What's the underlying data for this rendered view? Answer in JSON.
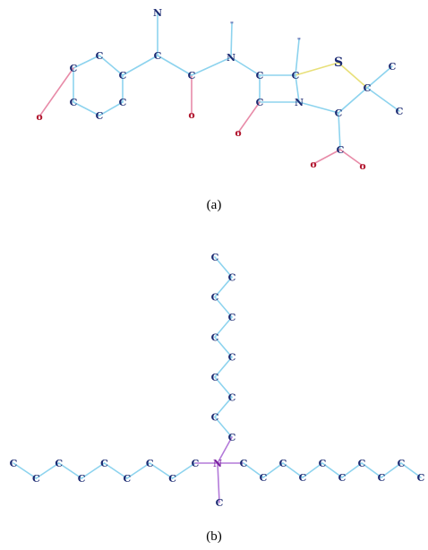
{
  "captions": {
    "a": "(a)",
    "b": "(b)"
  },
  "colors": {
    "bond": "#8dd3ee",
    "bond_n": "#b37ad9",
    "bond_o": "#e88ba8",
    "bond_s": "#e8e07a",
    "carbon": "#1b2a72",
    "nitrogen": "#1b2a72",
    "oxygen": "#b0182e",
    "sulfur": "#1b2a72",
    "hydrogen": "#4a5aa8",
    "center_n": "#7a1fa0",
    "background": "#ffffff"
  },
  "molecule_a": {
    "atoms": [
      {
        "id": "n_top",
        "el": "N"
      },
      {
        "id": "ca",
        "el": "C"
      },
      {
        "id": "cc",
        "el": "C"
      },
      {
        "id": "oc",
        "el": "O"
      },
      {
        "id": "n_amide",
        "el": "N"
      },
      {
        "id": "h_n",
        "el": "H"
      },
      {
        "id": "r1",
        "el": "C"
      },
      {
        "id": "r2",
        "el": "C"
      },
      {
        "id": "r3",
        "el": "C"
      },
      {
        "id": "r4",
        "el": "C"
      },
      {
        "id": "r5",
        "el": "C"
      },
      {
        "id": "r6",
        "el": "C"
      },
      {
        "id": "o_ph",
        "el": "O"
      },
      {
        "id": "cb1",
        "el": "C"
      },
      {
        "id": "cb2",
        "el": "C"
      },
      {
        "id": "h_cb",
        "el": "H"
      },
      {
        "id": "s",
        "el": "S"
      },
      {
        "id": "n_ring",
        "el": "N"
      },
      {
        "id": "cb3",
        "el": "C"
      },
      {
        "id": "o_lac",
        "el": "O"
      },
      {
        "id": "c_dm",
        "el": "C"
      },
      {
        "id": "me1",
        "el": "C"
      },
      {
        "id": "me2",
        "el": "C"
      },
      {
        "id": "c_ring",
        "el": "C"
      },
      {
        "id": "c_acid",
        "el": "C"
      },
      {
        "id": "o1",
        "el": "O"
      },
      {
        "id": "o2",
        "el": "O"
      }
    ],
    "bonds": [
      [
        "n_top",
        "ca"
      ],
      [
        "ca",
        "cc"
      ],
      [
        "ca",
        "r1"
      ],
      [
        "cc",
        "oc"
      ],
      [
        "cc",
        "n_amide"
      ],
      [
        "r1",
        "r2"
      ],
      [
        "r2",
        "r3"
      ],
      [
        "r3",
        "r4"
      ],
      [
        "r4",
        "r5"
      ],
      [
        "r5",
        "r6"
      ],
      [
        "r6",
        "r1"
      ],
      [
        "r3",
        "o_ph"
      ],
      [
        "n_amide",
        "h_n"
      ],
      [
        "n_amide",
        "cb1"
      ],
      [
        "cb1",
        "cb2"
      ],
      [
        "cb1",
        "cb3"
      ],
      [
        "cb2",
        "h_cb"
      ],
      [
        "cb2",
        "s"
      ],
      [
        "cb2",
        "n_ring"
      ],
      [
        "cb3",
        "n_ring"
      ],
      [
        "cb3",
        "o_lac"
      ],
      [
        "s",
        "c_dm"
      ],
      [
        "c_dm",
        "me1"
      ],
      [
        "c_dm",
        "me2"
      ],
      [
        "c_dm",
        "c_ring"
      ],
      [
        "c_ring",
        "n_ring"
      ],
      [
        "c_ring",
        "c_acid"
      ],
      [
        "c_acid",
        "o1"
      ],
      [
        "c_acid",
        "o2"
      ]
    ]
  },
  "molecule_b": {
    "center": {
      "id": "n_center",
      "el": "N"
    },
    "methyl": {
      "id": "c_methyl",
      "el": "C"
    },
    "up_chain": [
      "C",
      "C",
      "C",
      "C",
      "C",
      "C",
      "C",
      "C",
      "C",
      "C"
    ],
    "left_chain": [
      "C",
      "C",
      "C",
      "C",
      "C",
      "C",
      "C",
      "C",
      "C"
    ],
    "right_chain": [
      "C",
      "C",
      "C",
      "C",
      "C",
      "C",
      "C",
      "C",
      "C",
      "C"
    ]
  }
}
